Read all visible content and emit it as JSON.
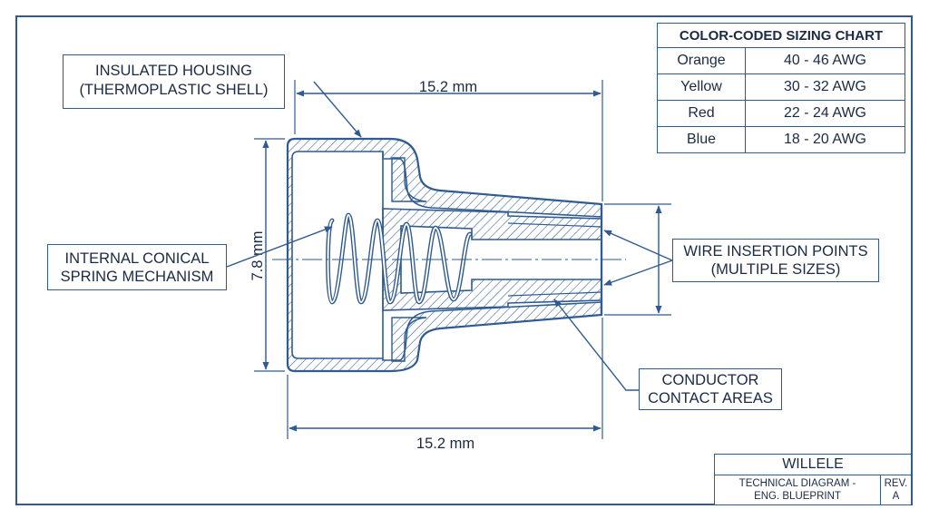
{
  "colors": {
    "outline": "#2f5a92",
    "text": "#1b2a44",
    "background": "#ffffff"
  },
  "dimensions": {
    "top_length": "15.2 mm",
    "bottom_length": "15.2 mm",
    "height": "7.8 mm"
  },
  "callouts": {
    "housing": [
      "INSULATED HOUSING",
      "(THERMOPLASTIC SHELL)"
    ],
    "spring": [
      "INTERNAL CONICAL",
      "SPRING MECHANISM"
    ],
    "wire": [
      "WIRE INSERTION POINTS",
      "(MULTIPLE SIZES)"
    ],
    "contact": [
      "CONDUCTOR",
      "CONTACT AREAS"
    ]
  },
  "size_chart": {
    "title": "COLOR-CODED SIZING CHART",
    "rows": [
      {
        "color": "Orange",
        "awg": "40 - 46 AWG"
      },
      {
        "color": "Yellow",
        "awg": "30 - 32 AWG"
      },
      {
        "color": "Red",
        "awg": "22 - 24 AWG"
      },
      {
        "color": "Blue",
        "awg": "18 - 20 AWG"
      }
    ]
  },
  "title_block": {
    "company": "WILLELE",
    "description": [
      "TECHNICAL DIAGRAM -",
      "ENG. BLUEPRINT"
    ],
    "revision": [
      "REV.",
      "A"
    ]
  }
}
